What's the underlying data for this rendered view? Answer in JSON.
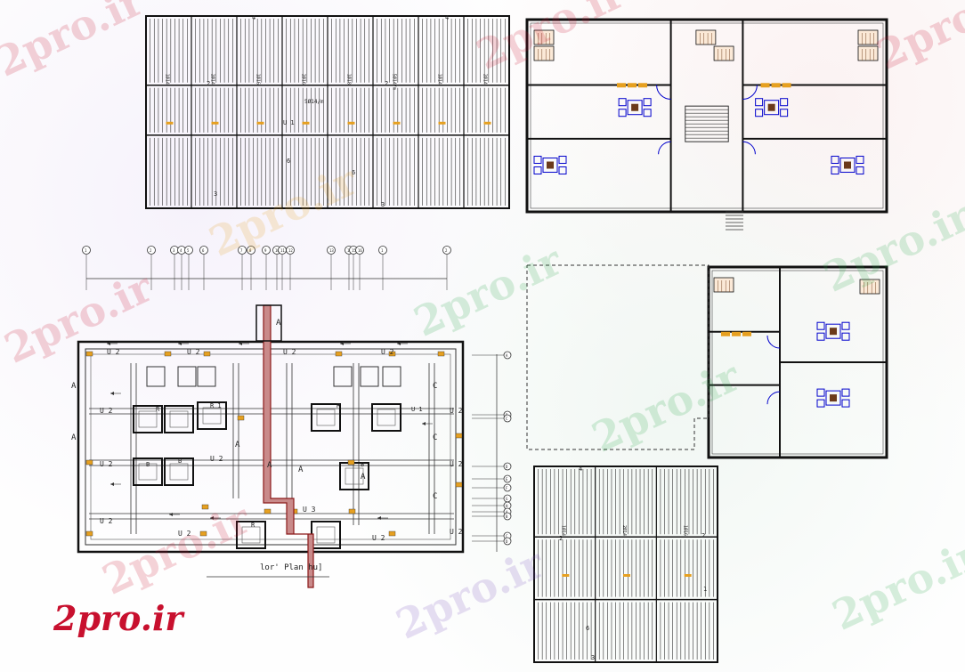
{
  "watermark": {
    "text": "2pro.ir"
  },
  "logo": {
    "text": "2pro.ir"
  },
  "plan_caption": "lor' Plan hu]",
  "joist_labels": [
    "1Ø14",
    "2Ø14",
    "1Ø16",
    "2Ø16",
    "1Ø18",
    "5Ø14/m"
  ],
  "column_axis_labels": [
    "1",
    "2",
    "3",
    "4",
    "5",
    "6",
    "7",
    "8",
    "9",
    "10",
    "11",
    "12",
    "13",
    "14",
    "15",
    "16"
  ],
  "row_axis_labels": [
    "A",
    "B",
    "C",
    "D",
    "E",
    "F",
    "G",
    "H"
  ],
  "foundation_labels": [
    "U 2",
    "U 1",
    "U 3",
    "R 2",
    "R 1",
    "R",
    "B",
    "C",
    "A",
    "1",
    "2",
    "3",
    "4",
    "5",
    "6"
  ],
  "colors": {
    "wall": "#111111",
    "furniture": "#0000cc",
    "door": "#0000cc",
    "stair": "#333333",
    "hatch": "#8b1a1a",
    "accent": "#e6a020",
    "logo": "#c8102e"
  }
}
